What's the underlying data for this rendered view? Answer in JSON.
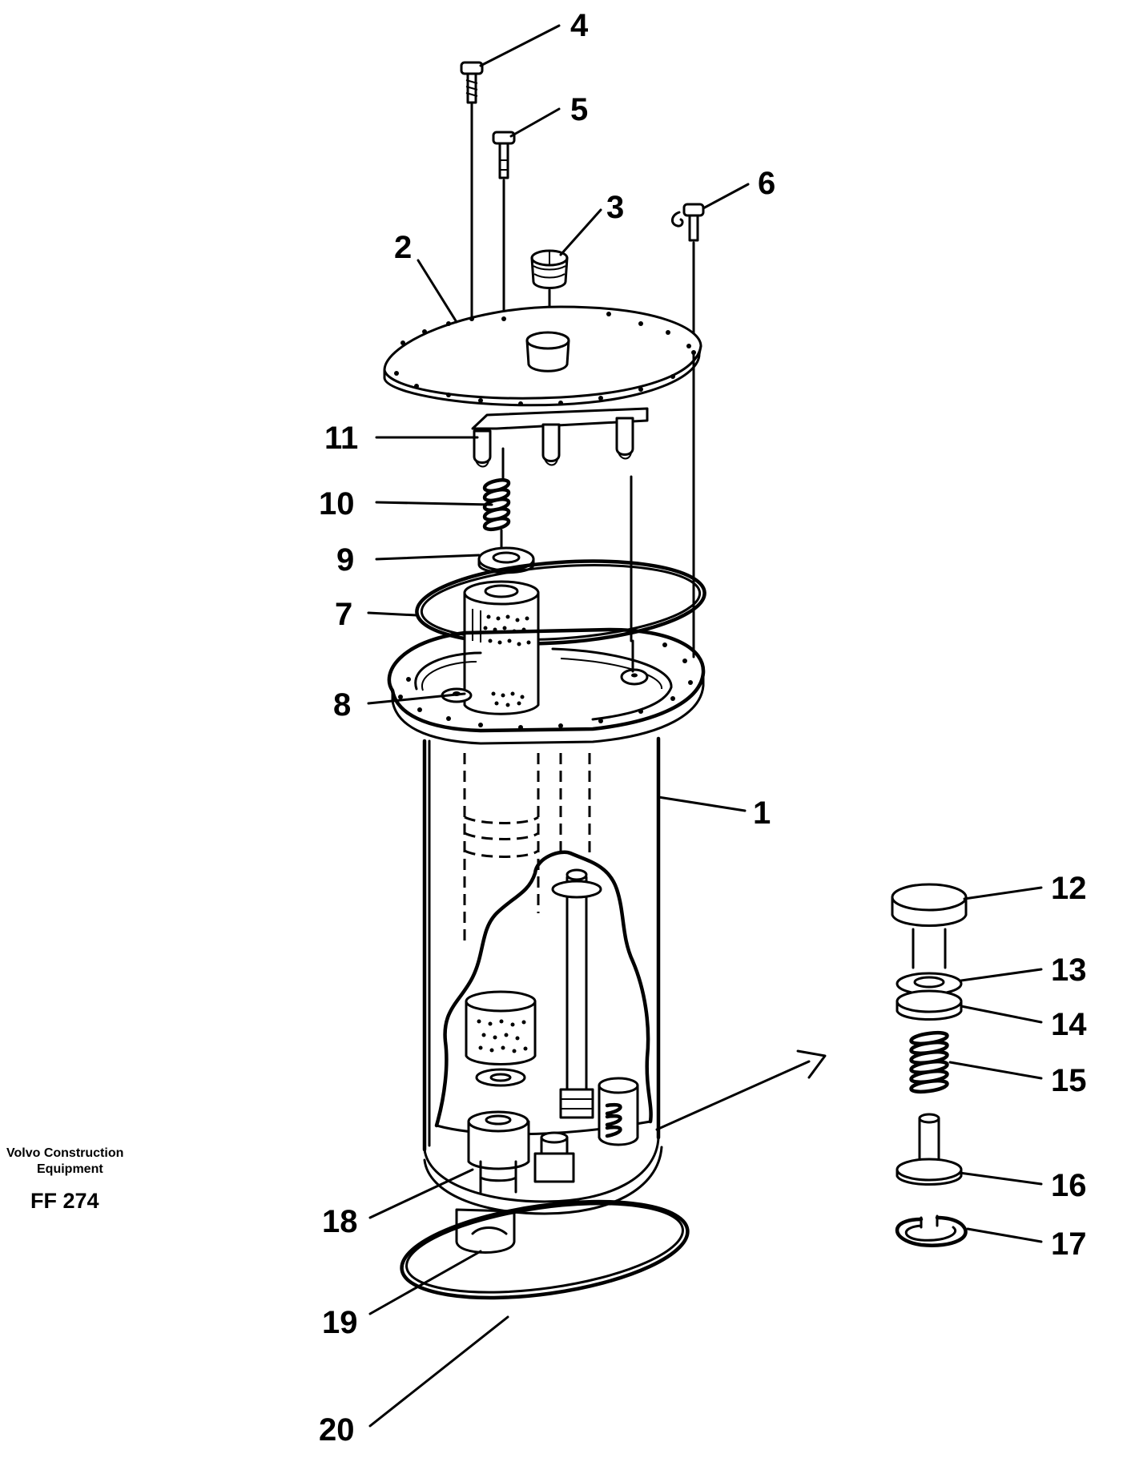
{
  "diagram": {
    "callouts": [
      "1",
      "2",
      "3",
      "4",
      "5",
      "6",
      "7",
      "8",
      "9",
      "10",
      "11",
      "12",
      "13",
      "14",
      "15",
      "16",
      "17",
      "18",
      "19",
      "20"
    ],
    "credit_line1": "Volvo Construction",
    "credit_line2": "Equipment",
    "figure_code": "FF 274"
  }
}
